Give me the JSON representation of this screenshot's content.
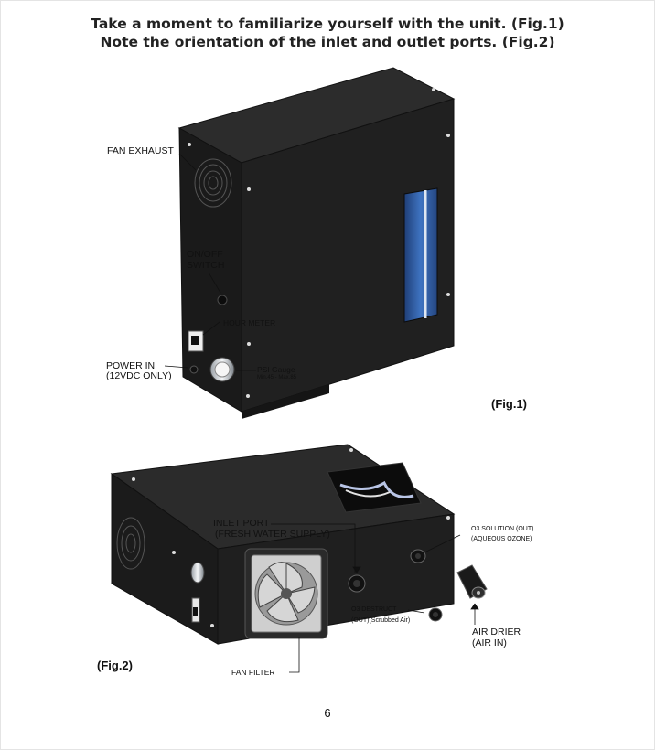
{
  "heading": {
    "line1": "Take a moment to familiarize yourself with the unit. (Fig.1)",
    "line2": "Note the orientation of the inlet and outlet ports. (Fig.2)"
  },
  "fig1": {
    "caption": "(Fig.1)",
    "labels": {
      "fan_exhaust": "FAN EXHAUST",
      "on_off_1": "ON/OFF",
      "on_off_2": "SWITCH",
      "hour_meter": "HOUR METER",
      "power_in_1": "POWER IN",
      "power_in_2": "(12VDC ONLY)",
      "psi_gauge": "PSI Gauge",
      "psi_range": "Min.45 - Max.85"
    }
  },
  "fig2": {
    "caption": "(Fig.2)",
    "labels": {
      "inlet_port_1": "INLET PORT",
      "inlet_port_2": "(FRESH WATER SUPPLY)",
      "o3_solution_1": "O3 SOLUTION (OUT)",
      "o3_solution_2": "(AQUEOUS OZONE)",
      "o3_destruct_1": "O3 DESTRUCT",
      "o3_destruct_2": "(OUT)(Scrubbed Air)",
      "air_drier_1": "AIR DRIER",
      "air_drier_2": "(AIR IN)",
      "fan_filter": "FAN FILTER"
    }
  },
  "page_number": "6",
  "colors": {
    "unit_body": "#1d1d1d",
    "unit_top": "#2b2b2b",
    "window_blue": "#2f5fa8"
  }
}
